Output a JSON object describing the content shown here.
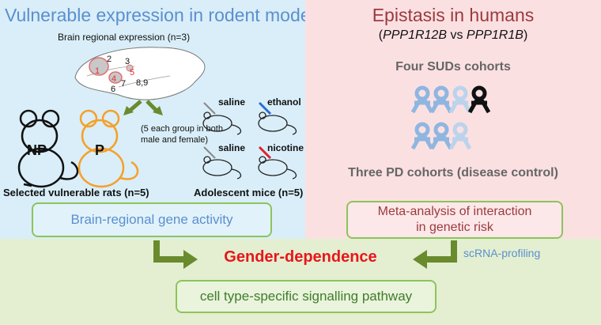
{
  "left": {
    "title": "Vulnerable expression in rodent models",
    "brain_title": "Brain regional expression (n=3)",
    "regions": [
      "1",
      "2",
      "3",
      "4",
      "5",
      "6",
      "7",
      "8,9"
    ],
    "rat_labels": {
      "np": "NP",
      "p": "P"
    },
    "group_note_line1": "(5 each group in both",
    "group_note_line2": "male and female)",
    "mice_treatments": [
      "saline",
      "ethanol",
      "saline",
      "nicotine"
    ],
    "rats_caption": "Selected vulnerable rats (n=5)",
    "mice_caption": "Adolescent mice (n=5)",
    "box": "Brain-regional gene activity"
  },
  "right": {
    "title": "Epistasis in humans",
    "subtitle_open": "(",
    "gene1": "PPP1R12B",
    "vs": " vs ",
    "gene2": "PPP1R1B",
    "subtitle_close": ")",
    "sud_label": "Four SUDs cohorts",
    "pd_label": "Three PD cohorts (disease control)",
    "box_line1": "Meta-analysis of interaction",
    "box_line2": "in genetic risk"
  },
  "bottom": {
    "center": "Gender-dependence",
    "side_note": "scRNA-profiling",
    "box": "cell type-specific signalling pathway"
  },
  "colors": {
    "blue_title": "#5b8fd0",
    "red_title": "#9b3a3e",
    "gender": "#e8161b",
    "green": "#6a8a2e",
    "orange": "#f4a02a",
    "person_light": "#8fb6e0"
  }
}
